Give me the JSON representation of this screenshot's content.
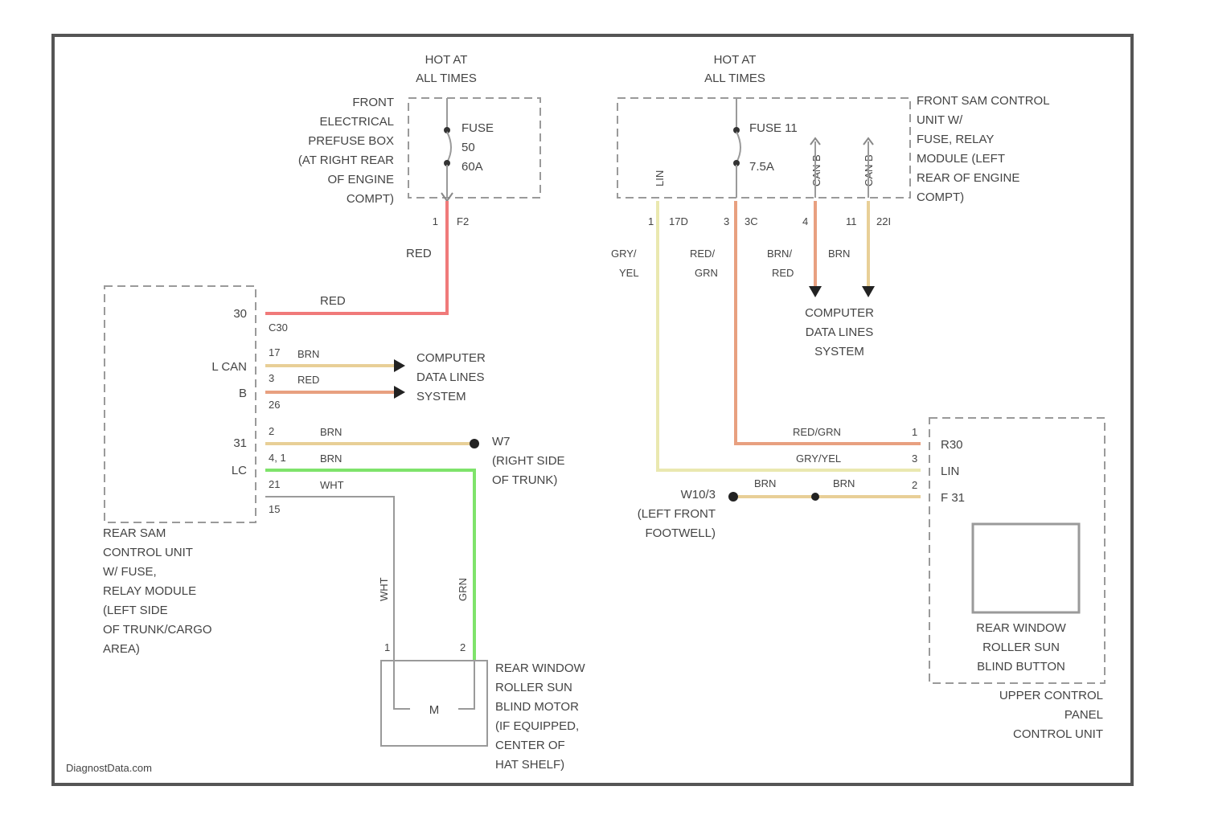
{
  "fuse_left": {
    "hot": [
      "HOT AT",
      "ALL TIMES"
    ],
    "box_label": [
      "FRONT",
      "ELECTRICAL",
      "PREFUSE BOX",
      "(AT RIGHT REAR",
      "OF ENGINE",
      "COMPT)"
    ],
    "fuse_text": [
      "FUSE",
      "50",
      "60A"
    ],
    "pin": "1",
    "connector": "F2",
    "wire_color": "RED"
  },
  "fuse_right": {
    "hot": [
      "HOT AT",
      "ALL TIMES"
    ],
    "box_label": [
      "FRONT SAM CONTROL",
      "UNIT W/",
      "FUSE, RELAY",
      "MODULE (LEFT",
      "REAR OF ENGINE",
      "COMPT)"
    ],
    "fuse_text": [
      "FUSE 11",
      "7.5A"
    ],
    "vertical_tags": [
      "LIN",
      "CAN B",
      "CAN B"
    ],
    "pins": [
      "1",
      "17D",
      "3",
      "3C",
      "4",
      "11",
      "22I"
    ],
    "wire_labels": [
      [
        "GRY/",
        "YEL"
      ],
      [
        "RED/",
        "GRN"
      ],
      [
        "BRN/",
        "RED"
      ],
      [
        "BRN"
      ]
    ],
    "destination": [
      "COMPUTER",
      "DATA LINES",
      "SYSTEM"
    ]
  },
  "rear_sam": {
    "pins": [
      "30",
      "L CAN",
      "B",
      "31",
      "LC"
    ],
    "conn": [
      "C30",
      "17",
      "3",
      "26",
      "2",
      "4, 1",
      "21",
      "15"
    ],
    "wire_labels": [
      "RED",
      "BRN",
      "RED",
      "BRN",
      "BRN",
      "WHT"
    ],
    "destination": [
      "COMPUTER",
      "DATA LINES",
      "SYSTEM"
    ],
    "ground": [
      "W7",
      "(RIGHT SIDE",
      "OF TRUNK)"
    ],
    "label": [
      "REAR SAM",
      "CONTROL UNIT",
      "W/ FUSE,",
      "RELAY MODULE",
      "(LEFT SIDE",
      "OF TRUNK/CARGO",
      "AREA)"
    ],
    "vertical": [
      "WHT",
      "GRN"
    ]
  },
  "motor": {
    "symbol": "M",
    "pins": [
      "1",
      "2"
    ],
    "label": [
      "REAR WINDOW",
      "ROLLER SUN",
      "BLIND MOTOR",
      "(IF EQUIPPED,",
      "CENTER OF",
      "HAT SHELF)"
    ]
  },
  "upper_panel": {
    "pins": [
      "R30",
      "LIN",
      "F 31"
    ],
    "conn": [
      "1",
      "3",
      "2"
    ],
    "wire_labels": [
      "RED/GRN",
      "GRY/YEL",
      "BRN",
      "BRN"
    ],
    "ground": [
      "W10/3",
      "(LEFT FRONT",
      "FOOTWELL)"
    ],
    "switch_label": [
      "REAR WINDOW",
      "ROLLER SUN",
      "BLIND BUTTON"
    ],
    "label": [
      "UPPER CONTROL",
      "PANEL",
      "CONTROL UNIT"
    ]
  },
  "watermark": "DiagnostData.com",
  "colors": {
    "red": "#f07a7a",
    "tan": "#e8cf97",
    "green": "#7fe36b",
    "redgrn": "#e8a080",
    "gryyel": "#eae8b0",
    "wht": "#c8c8d6"
  }
}
